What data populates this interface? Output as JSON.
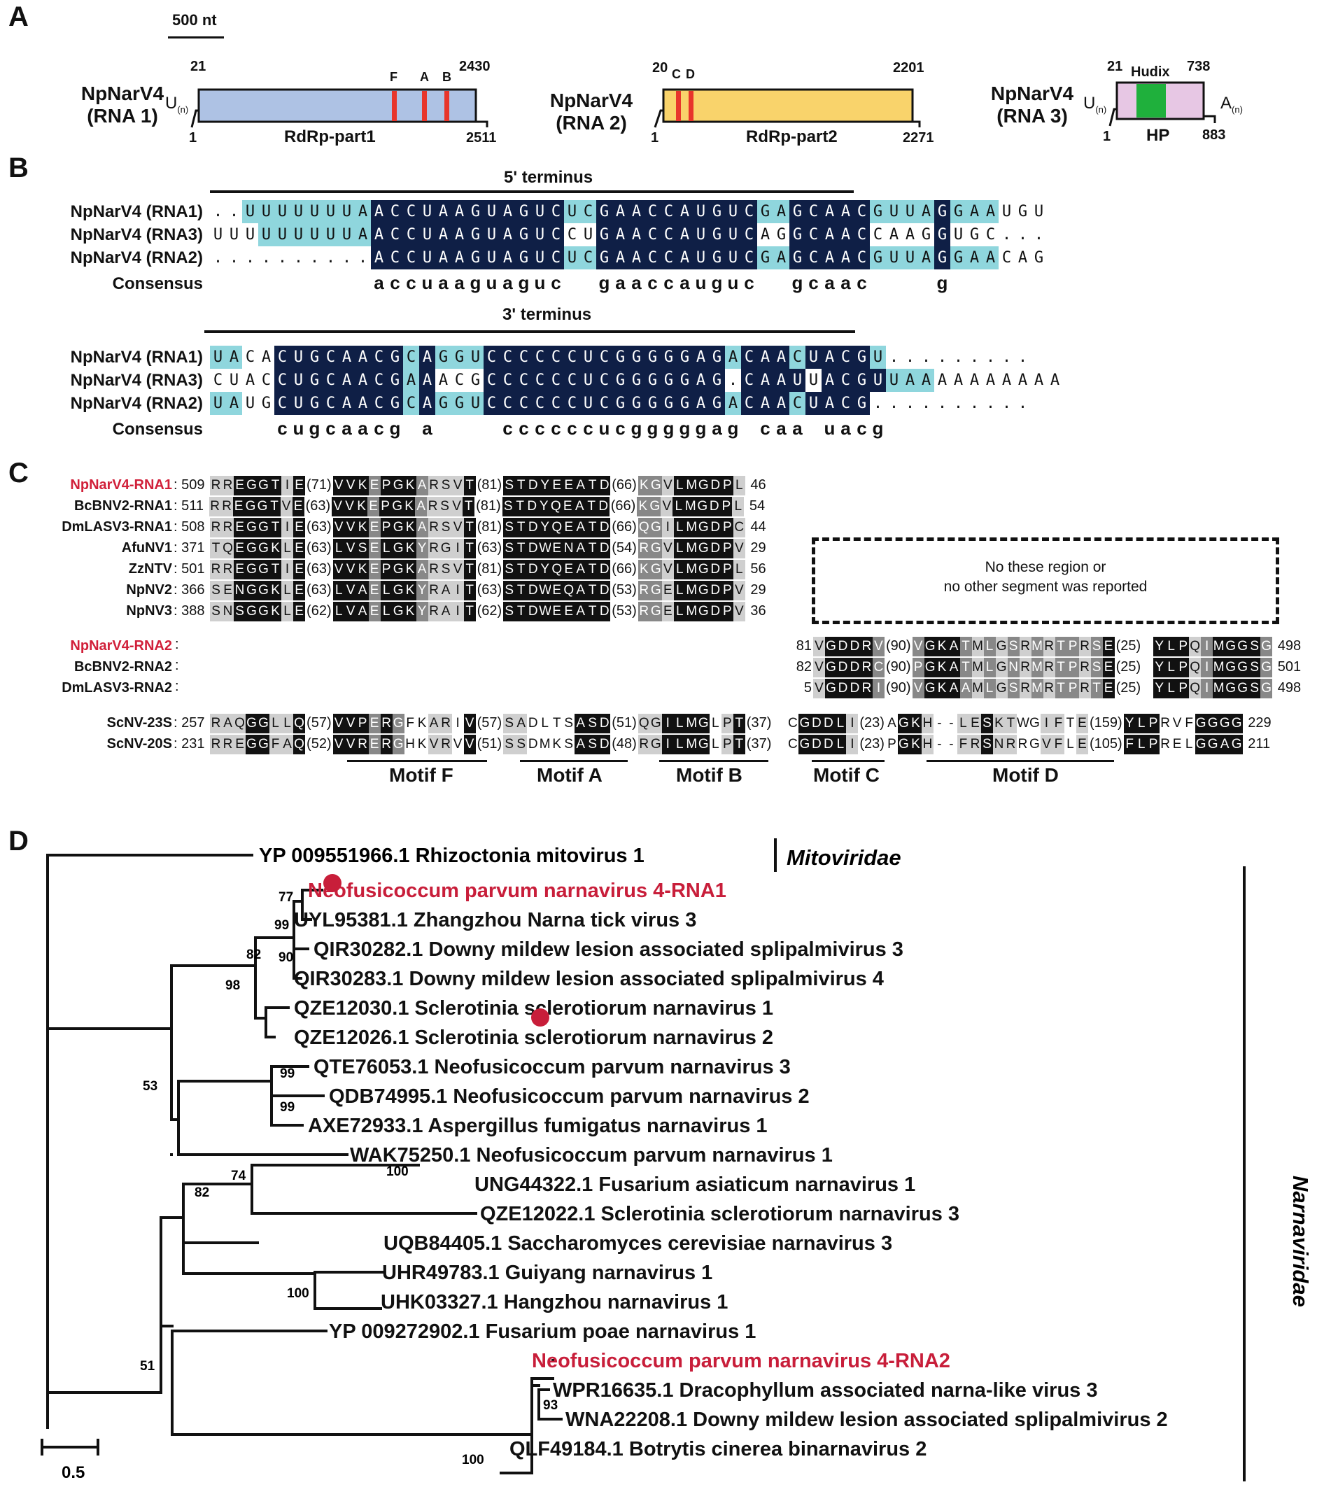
{
  "panels": {
    "a": "A",
    "b": "B",
    "c": "C",
    "d": "D"
  },
  "panelA": {
    "scale_label": "500 nt",
    "rna1": {
      "name1": "NpNarV4",
      "name2": "(RNA 1)",
      "start": "21",
      "end": "2430",
      "left": "1",
      "right": "2511",
      "orf": "RdRp-part1",
      "motifs": [
        "F",
        "A",
        "B"
      ],
      "utr5": "U",
      "utr_sub": "(n)"
    },
    "rna2": {
      "name1": "NpNarV4",
      "name2": "(RNA 2)",
      "start": "20",
      "motifs": [
        "C",
        "D"
      ],
      "end": "2201",
      "left": "1",
      "right": "2271",
      "orf": "RdRp-part2"
    },
    "rna3": {
      "name1": "NpNarV4",
      "name2": "(RNA 3)",
      "start": "21",
      "domain": "Hudix",
      "end": "738",
      "left": "1",
      "right": "883",
      "orf": "HP",
      "utr5": "U",
      "utr3": "A",
      "utr_sub": "(n)"
    },
    "colors": {
      "rna1": "#aec2e4",
      "rna2": "#f9d36b",
      "rna3": "#e7c7e4",
      "motif": "#e8352b",
      "hudix": "#1fb03c"
    }
  },
  "panelB": {
    "title5": "5' terminus",
    "title3": "3' terminus",
    "consensus_label": "Consensus",
    "five": [
      {
        "name": "NpNarV4 (RNA1)",
        "seq": "..UUUUUUUAACCUAAGUAGUCUCGAACCAUGUCGAGCAACGUUAGGAAUGU",
        "cls": "  LLLLLLLLDDDDDDDDDDDDLLDDDDDDDDDDLLDDDDDLLLLDLLL  "
      },
      {
        "name": "NpNarV4 (RNA3)",
        "seq": "UUUUUUUUUAACCUAAGUAGUCCUGAACCAUGUCAGGCAACCAAGGUGC...",
        "cls": "   LLLLLLLDDDDDDDDDDDD  DDDDDDDDDD  DDDDD    D      "
      },
      {
        "name": "NpNarV4 (RNA2)",
        "seq": "..........ACCUAAGUAGUCUCGAACCAUGUCGAGCAACGUUAGGAACAG",
        "cls": "          DDDDDDDDDDDDLLDDDDDDDDDDLLDDDDDLLLLDLLL  "
      },
      {
        "name": "Consensus",
        "seq": "          accuaaguaguc  gaaccauguc  gcaac    g     ",
        "cls": ""
      }
    ],
    "three": [
      {
        "name": "NpNarV4 (RNA1)",
        "seq": "UACACUGCAACGCAGGUCCCCCCUCGGGGGAGACAACUACGU.........",
        "cls": "LL  DDDDDDDDLDLLLDDDDDDDDDDDDDDDLDDDLDDDDL         "
      },
      {
        "name": "NpNarV4 (RNA3)",
        "seq": "CUACCUGCAACGAAACGCCCCCCUCGGGGGAG.CAAUUACGUUAAAAAAAAAA",
        "cls": "    DDDDDDDDLD   DDDDDDDDDDDDDDD DDDD DDDDLLL         "
      },
      {
        "name": "NpNarV4 (RNA2)",
        "seq": "UAUGCUGCAACGCAGGUCCCCCCUCGGGGGAGACAACUACG..........",
        "cls": "LL  DDDDDDDDLDLLLDDDDDDDDDDDDDDDLDDDLDDDD          "
      },
      {
        "name": "Consensus",
        "seq": "    cugcaacg a    ccccccucgggggag caa uacg          ",
        "cls": ""
      }
    ]
  },
  "panelC": {
    "rows": [
      {
        "name": "NpNarV4-RNA1",
        "red": true,
        "num": "509",
        "b1": "RREGGTIE",
        "g1": "(71)",
        "b2": "VVKEPGKARSVT",
        "g2": "(81)",
        "b3": "STDYEEATD",
        "g3": "(66)",
        "b4": "KGVLMGDPL",
        "end": "46"
      },
      {
        "name": "BcBNV2-RNA1",
        "red": false,
        "num": "511",
        "b1": "RREGGTVE",
        "g1": "(63)",
        "b2": "VVKEPGKARSVT",
        "g2": "(81)",
        "b3": "STDYQEATD",
        "g3": "(66)",
        "b4": "KGVLMGDPL",
        "end": "54"
      },
      {
        "name": "DmLASV3-RNA1",
        "red": false,
        "num": "508",
        "b1": "RREGGTIE",
        "g1": "(63)",
        "b2": "VVKEPGKARSVT",
        "g2": "(81)",
        "b3": "STDYQEATD",
        "g3": "(66)",
        "b4": "QGILMGDPC",
        "end": "44"
      },
      {
        "name": "AfuNV1",
        "red": false,
        "num": "371",
        "b1": "TQEGGKLE",
        "g1": "(63)",
        "b2": "LVSELGKYRGIT",
        "g2": "(63)",
        "b3": "STDWENATD",
        "g3": "(54)",
        "b4": "RGVLMGDPV",
        "end": "29"
      },
      {
        "name": "ZzNTV",
        "red": false,
        "num": "501",
        "b1": "RREGGTIE",
        "g1": "(63)",
        "b2": "VVKEPGKARSVT",
        "g2": "(81)",
        "b3": "STDYQEATD",
        "g3": "(66)",
        "b4": "KGVLMGDPL",
        "end": "56"
      },
      {
        "name": "NpNV2",
        "red": false,
        "num": "366",
        "b1": "SENGGKLE",
        "g1": "(63)",
        "b2": "LVAELGKYRAIT",
        "g2": "(63)",
        "b3": "STDWEQATD",
        "g3": "(53)",
        "b4": "RGELMGDPV",
        "end": "29"
      },
      {
        "name": "NpNV3",
        "red": false,
        "num": "388",
        "b1": "SNSGGKLE",
        "g1": "(62)",
        "b2": "LVAELGKYRAIT",
        "g2": "(62)",
        "b3": "STDWEEATD",
        "g3": "(53)",
        "b4": "RGELMGDPV",
        "end": "36"
      }
    ],
    "rna2rows": [
      {
        "name": "NpNarV4-RNA2",
        "red": true,
        "num": "81",
        "c1": "VGDDRV",
        "g1": "(90)",
        "c2": "VGKATMLGSRMRTPRSE",
        "g2": "(25)",
        "c3": "YLPQIMGGSG",
        "end": "498"
      },
      {
        "name": "BcBNV2-RNA2",
        "red": false,
        "num": "82",
        "c1": "VGDDRC",
        "g1": "(90)",
        "c2": "PGKATMLGNRMRTPRSE",
        "g2": "(25)",
        "c3": "YLPQIMGGSG",
        "end": "501"
      },
      {
        "name": "DmLASV3-RNA2",
        "red": false,
        "num": "5",
        "c1": "VGDDRI",
        "g1": "(90)",
        "c2": "VGKAAMLGSRMRTPRTE",
        "g2": "(25)",
        "c3": "YLPQIMGGSG",
        "end": "498"
      }
    ],
    "scrows": [
      {
        "name": "ScNV-23S",
        "num": "257",
        "b1": "RAQGGLLQ",
        "g1": "(57)",
        "b2": "VVPERGFKARIV",
        "g2": "(57)",
        "b3": "SADLTSASD",
        "g3": "(51)",
        "b4": "QGILMGLPT",
        "g4": "(37)",
        "c1": "CGDDLI",
        "g5": "(23)",
        "c2": "AGKH--LESKTWGIFTE",
        "g6": "(159)",
        "c3": "YLPRVFGGGG",
        "end": "229"
      },
      {
        "name": "ScNV-20S",
        "num": "231",
        "b1": "RREGGFAQ",
        "g1": "(52)",
        "b2": "VVRERGHKVRVV",
        "g2": "(51)",
        "b3": "SSDMKSASD",
        "g3": "(48)",
        "b4": "RGILMGLPT",
        "g4": "(37)",
        "c1": "CGDDLI",
        "g5": "(23)",
        "c2": "PGKH--FRSNRRGVFLE",
        "g6": "(105)",
        "c3": "FLPRELGGAG",
        "end": "211"
      }
    ],
    "dashed_box": [
      "No these region or",
      "no other segment was reported"
    ],
    "motifs": [
      "Motif F",
      "Motif A",
      "Motif B",
      "Motif C",
      "Motif D"
    ]
  },
  "panelD": {
    "outgroup": "YP 009551966.1 Rhizoctonia mitovirus 1",
    "family1": "Mitoviridae",
    "family2": "Narnaviridae",
    "scale": "0.5",
    "leaves": [
      {
        "label": "Neofusicoccum parvum narnavirus 4-RNA1",
        "red": true
      },
      {
        "label": "UYL95381.1 Zhangzhou Narna tick virus 3",
        "red": false
      },
      {
        "label": "QIR30282.1 Downy mildew lesion associated splipalmivirus 3",
        "red": false
      },
      {
        "label": "QIR30283.1 Downy mildew lesion associated splipalmivirus 4",
        "red": false
      },
      {
        "label": "QZE12030.1 Sclerotinia sclerotiorum narnavirus 1",
        "red": false
      },
      {
        "label": "QZE12026.1 Sclerotinia sclerotiorum narnavirus 2",
        "red": false
      },
      {
        "label": "QTE76053.1 Neofusicoccum parvum narnavirus 3",
        "red": false
      },
      {
        "label": "QDB74995.1 Neofusicoccum parvum narnavirus 2",
        "red": false
      },
      {
        "label": "AXE72933.1 Aspergillus fumigatus narnavirus 1",
        "red": false
      },
      {
        "label": "WAK75250.1 Neofusicoccum parvum narnavirus 1",
        "red": false
      },
      {
        "label": "UNG44322.1 Fusarium asiaticum narnavirus 1",
        "red": false
      },
      {
        "label": "QZE12022.1 Sclerotinia sclerotiorum narnavirus 3",
        "red": false
      },
      {
        "label": "UQB84405.1 Saccharomyces cerevisiae narnavirus 3",
        "red": false
      },
      {
        "label": "UHR49783.1 Guiyang narnavirus 1",
        "red": false
      },
      {
        "label": "UHK03327.1 Hangzhou narnavirus 1",
        "red": false
      },
      {
        "label": "YP 009272902.1 Fusarium poae narnavirus 1",
        "red": false
      },
      {
        "label": "Neofusicoccum parvum narnavirus 4-RNA2",
        "red": true
      },
      {
        "label": "WPR16635.1 Dracophyllum associated narna-like virus 3",
        "red": false
      },
      {
        "label": "WNA22208.1 Downy mildew lesion associated splipalmivirus 2",
        "red": false
      },
      {
        "label": "QLF49184.1 Botrytis cinerea binarnavirus 2",
        "red": false
      }
    ],
    "bootstraps": [
      "77",
      "99",
      "90",
      "82",
      "98",
      "99",
      "99",
      "53",
      "100",
      "74",
      "82",
      "100",
      "51",
      "93",
      "100"
    ]
  }
}
